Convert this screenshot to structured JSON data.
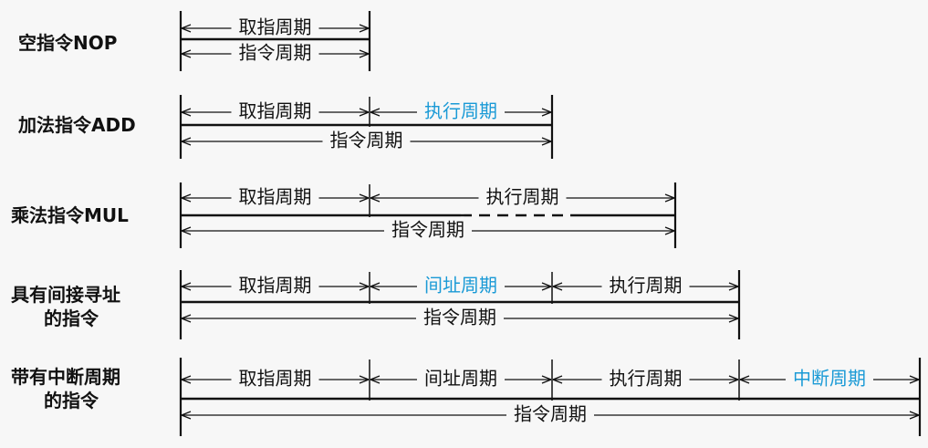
{
  "colors": {
    "text": "#111111",
    "line": "#111111",
    "highlight": "#1a9ad6",
    "background": "#f7f7f7"
  },
  "rows": [
    {
      "label_lines": [
        "空指令NOP"
      ],
      "phases": [
        {
          "text": "取指周期",
          "highlight": false
        }
      ],
      "total_text": "指令周期",
      "dashed_tail": false
    },
    {
      "label_lines": [
        "加法指令ADD"
      ],
      "phases": [
        {
          "text": "取指周期",
          "highlight": false
        },
        {
          "text": "执行周期",
          "highlight": true
        }
      ],
      "total_text": "指令周期",
      "dashed_tail": false
    },
    {
      "label_lines": [
        "乘法指令MUL"
      ],
      "phases": [
        {
          "text": "取指周期",
          "highlight": false
        },
        {
          "text": "执行周期",
          "highlight": false
        }
      ],
      "total_text": "指令周期",
      "dashed_tail": true
    },
    {
      "label_lines": [
        "具有间接寻址",
        "的指令"
      ],
      "phases": [
        {
          "text": "取指周期",
          "highlight": false
        },
        {
          "text": "间址周期",
          "highlight": true
        },
        {
          "text": "执行周期",
          "highlight": false
        }
      ],
      "total_text": "指令周期",
      "dashed_tail": false
    },
    {
      "label_lines": [
        "带有中断周期",
        "的指令"
      ],
      "phases": [
        {
          "text": "取指周期",
          "highlight": false
        },
        {
          "text": "间址周期",
          "highlight": false
        },
        {
          "text": "执行周期",
          "highlight": false
        },
        {
          "text": "中断周期",
          "highlight": true
        }
      ],
      "total_text": "指令周期",
      "dashed_tail": false
    }
  ]
}
